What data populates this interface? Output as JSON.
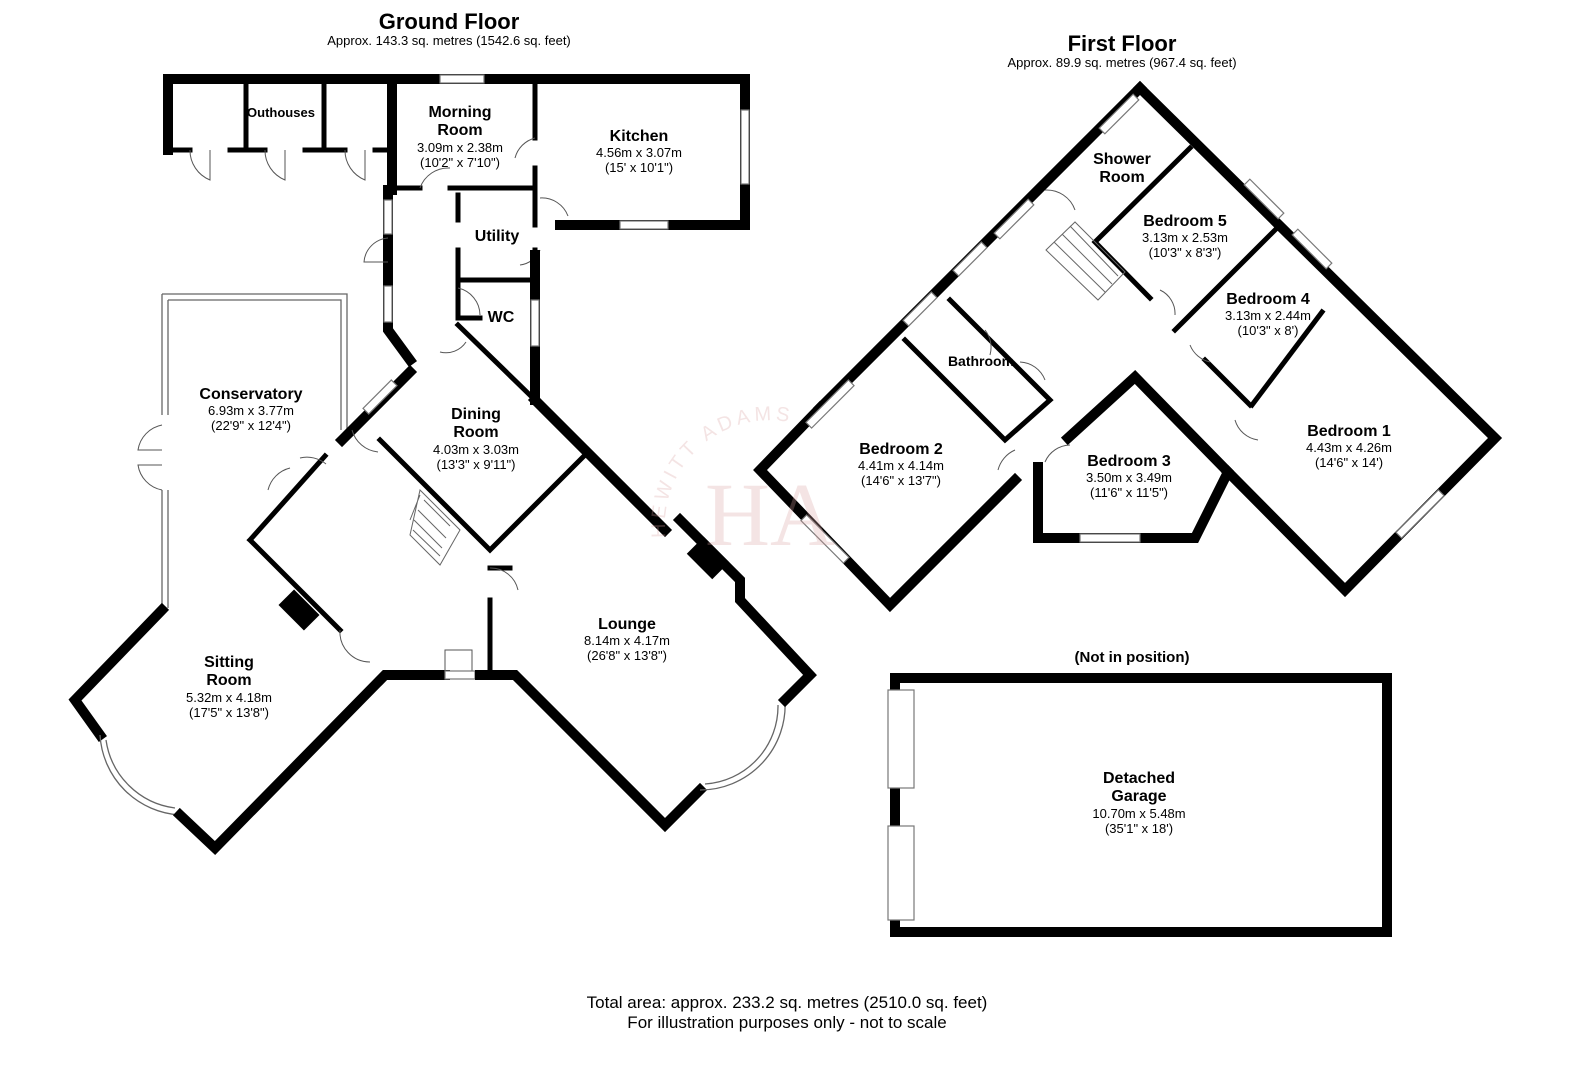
{
  "ground_floor": {
    "title": "Ground Floor",
    "area": "Approx. 143.3 sq. metres (1542.6 sq. feet)"
  },
  "first_floor": {
    "title": "First Floor",
    "area": "Approx. 89.9 sq. metres (967.4 sq. feet)"
  },
  "rooms": {
    "outhouses": {
      "name": "Outhouses"
    },
    "morning_room": {
      "name_1": "Morning",
      "name_2": "Room",
      "metric": "3.09m x 2.38m",
      "imperial": "(10'2\" x 7'10\")"
    },
    "kitchen": {
      "name": "Kitchen",
      "metric": "4.56m x 3.07m",
      "imperial": "(15' x 10'1\")"
    },
    "utility": {
      "name": "Utility"
    },
    "wc": {
      "name": "WC"
    },
    "conservatory": {
      "name": "Conservatory",
      "metric": "6.93m x 3.77m",
      "imperial": "(22'9\" x 12'4\")"
    },
    "dining_room": {
      "name_1": "Dining",
      "name_2": "Room",
      "metric": "4.03m x 3.03m",
      "imperial": "(13'3\" x 9'11\")"
    },
    "sitting_room": {
      "name_1": "Sitting",
      "name_2": "Room",
      "metric": "5.32m x 4.18m",
      "imperial": "(17'5\" x 13'8\")"
    },
    "lounge": {
      "name": "Lounge",
      "metric": "8.14m x 4.17m",
      "imperial": "(26'8\" x 13'8\")"
    },
    "shower_room": {
      "name_1": "Shower",
      "name_2": "Room"
    },
    "bedroom_5": {
      "name": "Bedroom 5",
      "metric": "3.13m x 2.53m",
      "imperial": "(10'3\" x 8'3\")"
    },
    "bedroom_4": {
      "name": "Bedroom 4",
      "metric": "3.13m x 2.44m",
      "imperial": "(10'3\" x 8')"
    },
    "bathroom": {
      "name": "Bathroom"
    },
    "bedroom_2": {
      "name": "Bedroom 2",
      "metric": "4.41m x 4.14m",
      "imperial": "(14'6\" x 13'7\")"
    },
    "bedroom_3": {
      "name": "Bedroom 3",
      "metric": "3.50m x 3.49m",
      "imperial": "(11'6\" x 11'5\")"
    },
    "bedroom_1": {
      "name": "Bedroom 1",
      "metric": "4.43m x 4.26m",
      "imperial": "(14'6\" x 14')"
    },
    "garage": {
      "note": "(Not in position)",
      "name_1": "Detached",
      "name_2": "Garage",
      "metric": "10.70m x 5.48m",
      "imperial": "(35'1\" x 18')"
    }
  },
  "watermark": {
    "initials": "HA",
    "text": "HEWITT ADAMS"
  },
  "footer": {
    "total_area": "Total area: approx. 233.2 sq. metres (2510.0 sq. feet)",
    "disclaimer": "For illustration purposes only - not to scale"
  },
  "colors": {
    "walls": "#000000",
    "watermark": "#d8a0a0",
    "background": "#ffffff"
  }
}
